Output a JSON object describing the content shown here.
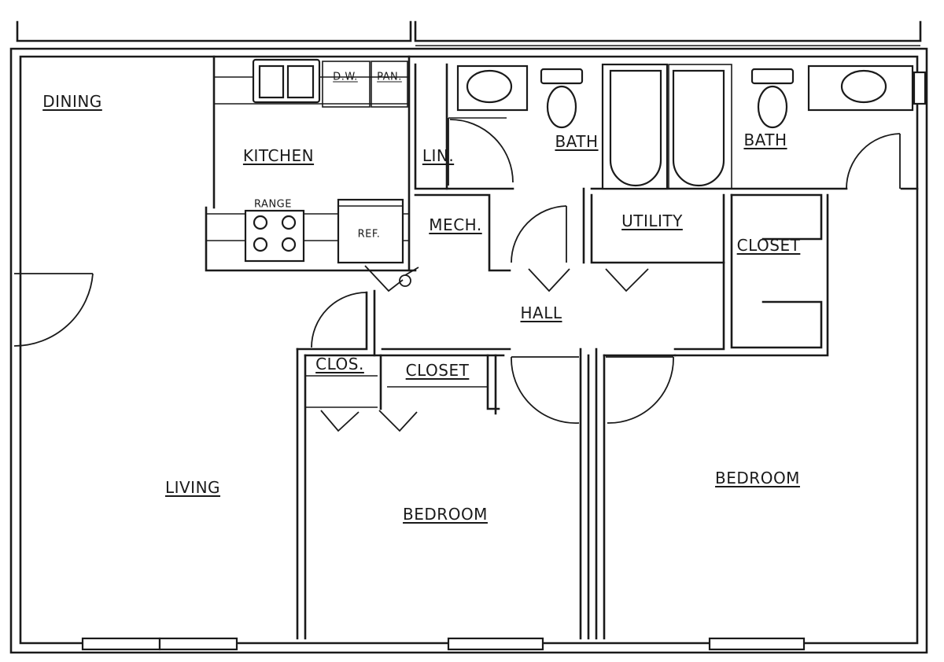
{
  "rooms": {
    "dining": "DINING",
    "kitchen": "KITCHEN",
    "dw": "D.W.",
    "pan": "PAN.",
    "range": "RANGE",
    "ref": "REF.",
    "lin": "LIN.",
    "bath_1": "BATH",
    "bath_2": "BATH",
    "mech": "MECH.",
    "utility": "UTILITY",
    "closet_right": "CLOSET",
    "hall": "HALL",
    "clos": "CLOS.",
    "closet_mid": "CLOSET",
    "living": "LIVING",
    "bedroom_1": "BEDROOM",
    "bedroom_2": "BEDROOM"
  },
  "colors": {
    "line": "#1a1a1a",
    "background": "#ffffff"
  }
}
